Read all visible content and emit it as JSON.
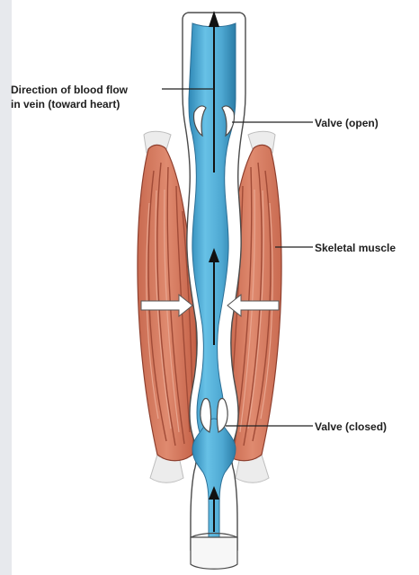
{
  "labels": {
    "blood_flow_line1": "Direction of blood flow",
    "blood_flow_line2": "in vein (toward heart)",
    "valve_open": "Valve (open)",
    "skeletal_muscle": "Skeletal muscle",
    "valve_closed": "Valve (closed)"
  },
  "colors": {
    "blood": "#58b0d6",
    "blood_dark": "#2d7ea7",
    "vein_wall": "#ffffff",
    "muscle_base": "#d88060",
    "muscle_stripe": "#b0543e",
    "tendon": "#ececec",
    "arrow": "#111111",
    "pressure_arrow": "#ffffff",
    "band": "#e7e9ed"
  }
}
